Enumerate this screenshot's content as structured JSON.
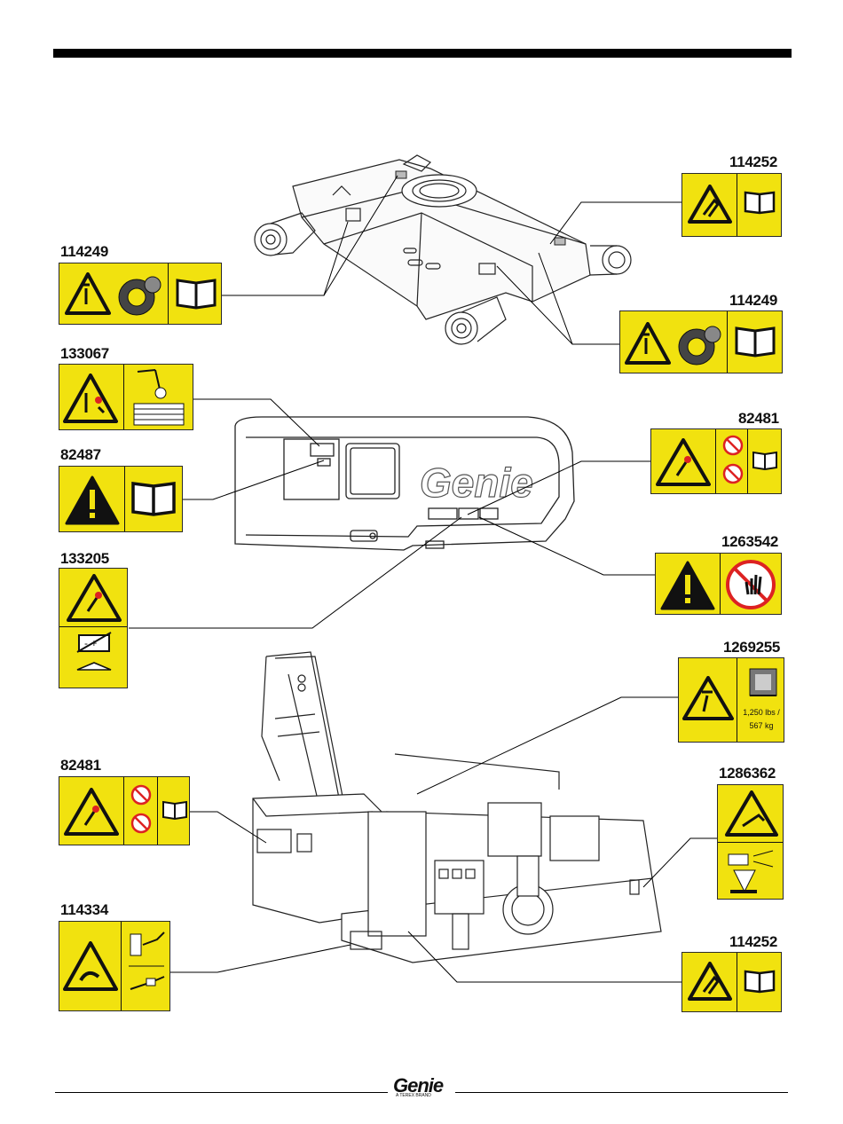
{
  "decals": {
    "d1": {
      "part": "114252"
    },
    "d2": {
      "part": "114249"
    },
    "d3": {
      "part": "114249"
    },
    "d4": {
      "part": "133067"
    },
    "d5": {
      "part": "82481"
    },
    "d6": {
      "part": "82487"
    },
    "d7": {
      "part": "133205"
    },
    "d8": {
      "part": "1263542"
    },
    "d9": {
      "part": "1269255",
      "capacity_lbs": "1,250 lbs /",
      "capacity_kg": "567 kg"
    },
    "d10": {
      "part": "82481"
    },
    "d11": {
      "part": "1286362"
    },
    "d12": {
      "part": "114334"
    },
    "d13": {
      "part": "114252"
    }
  },
  "cover_brand": "Genie",
  "footer": {
    "brand": "Genie",
    "tagline": "A TEREX BRAND"
  },
  "colors": {
    "decal_yellow": "#f1e20f",
    "rule": "#000000"
  },
  "icons": [
    "warning-triangle-icon",
    "read-manual-icon",
    "tire-icon",
    "battery-icon",
    "no-smoking-icon",
    "stop-hand-icon"
  ]
}
